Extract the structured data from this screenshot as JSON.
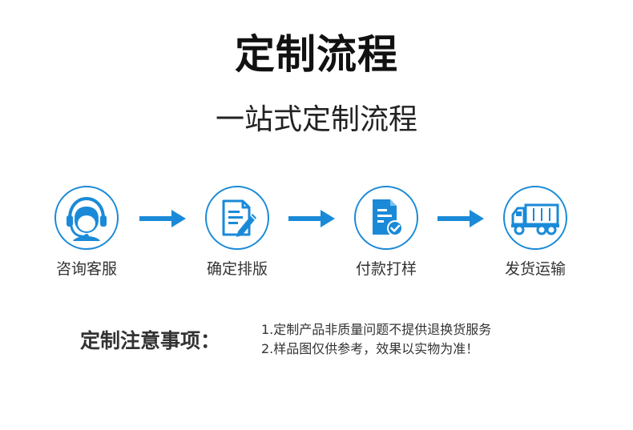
{
  "header": {
    "title": "定制流程",
    "subtitle": "一站式定制流程"
  },
  "steps": [
    {
      "label": "咨询客服",
      "icon": "customer-service-headset-icon"
    },
    {
      "label": "确定排版",
      "icon": "document-edit-icon"
    },
    {
      "label": "付款打样",
      "icon": "document-check-icon"
    },
    {
      "label": "发货运输",
      "icon": "delivery-truck-icon"
    }
  ],
  "notes": {
    "title": "定制注意事项：",
    "items": [
      "1.定制产品非质量问题不提供退换货服务",
      "2.样品图仅供参考，效果以实物为准！"
    ]
  },
  "colors": {
    "accent": "#1a8ad8",
    "text": "#333333"
  }
}
